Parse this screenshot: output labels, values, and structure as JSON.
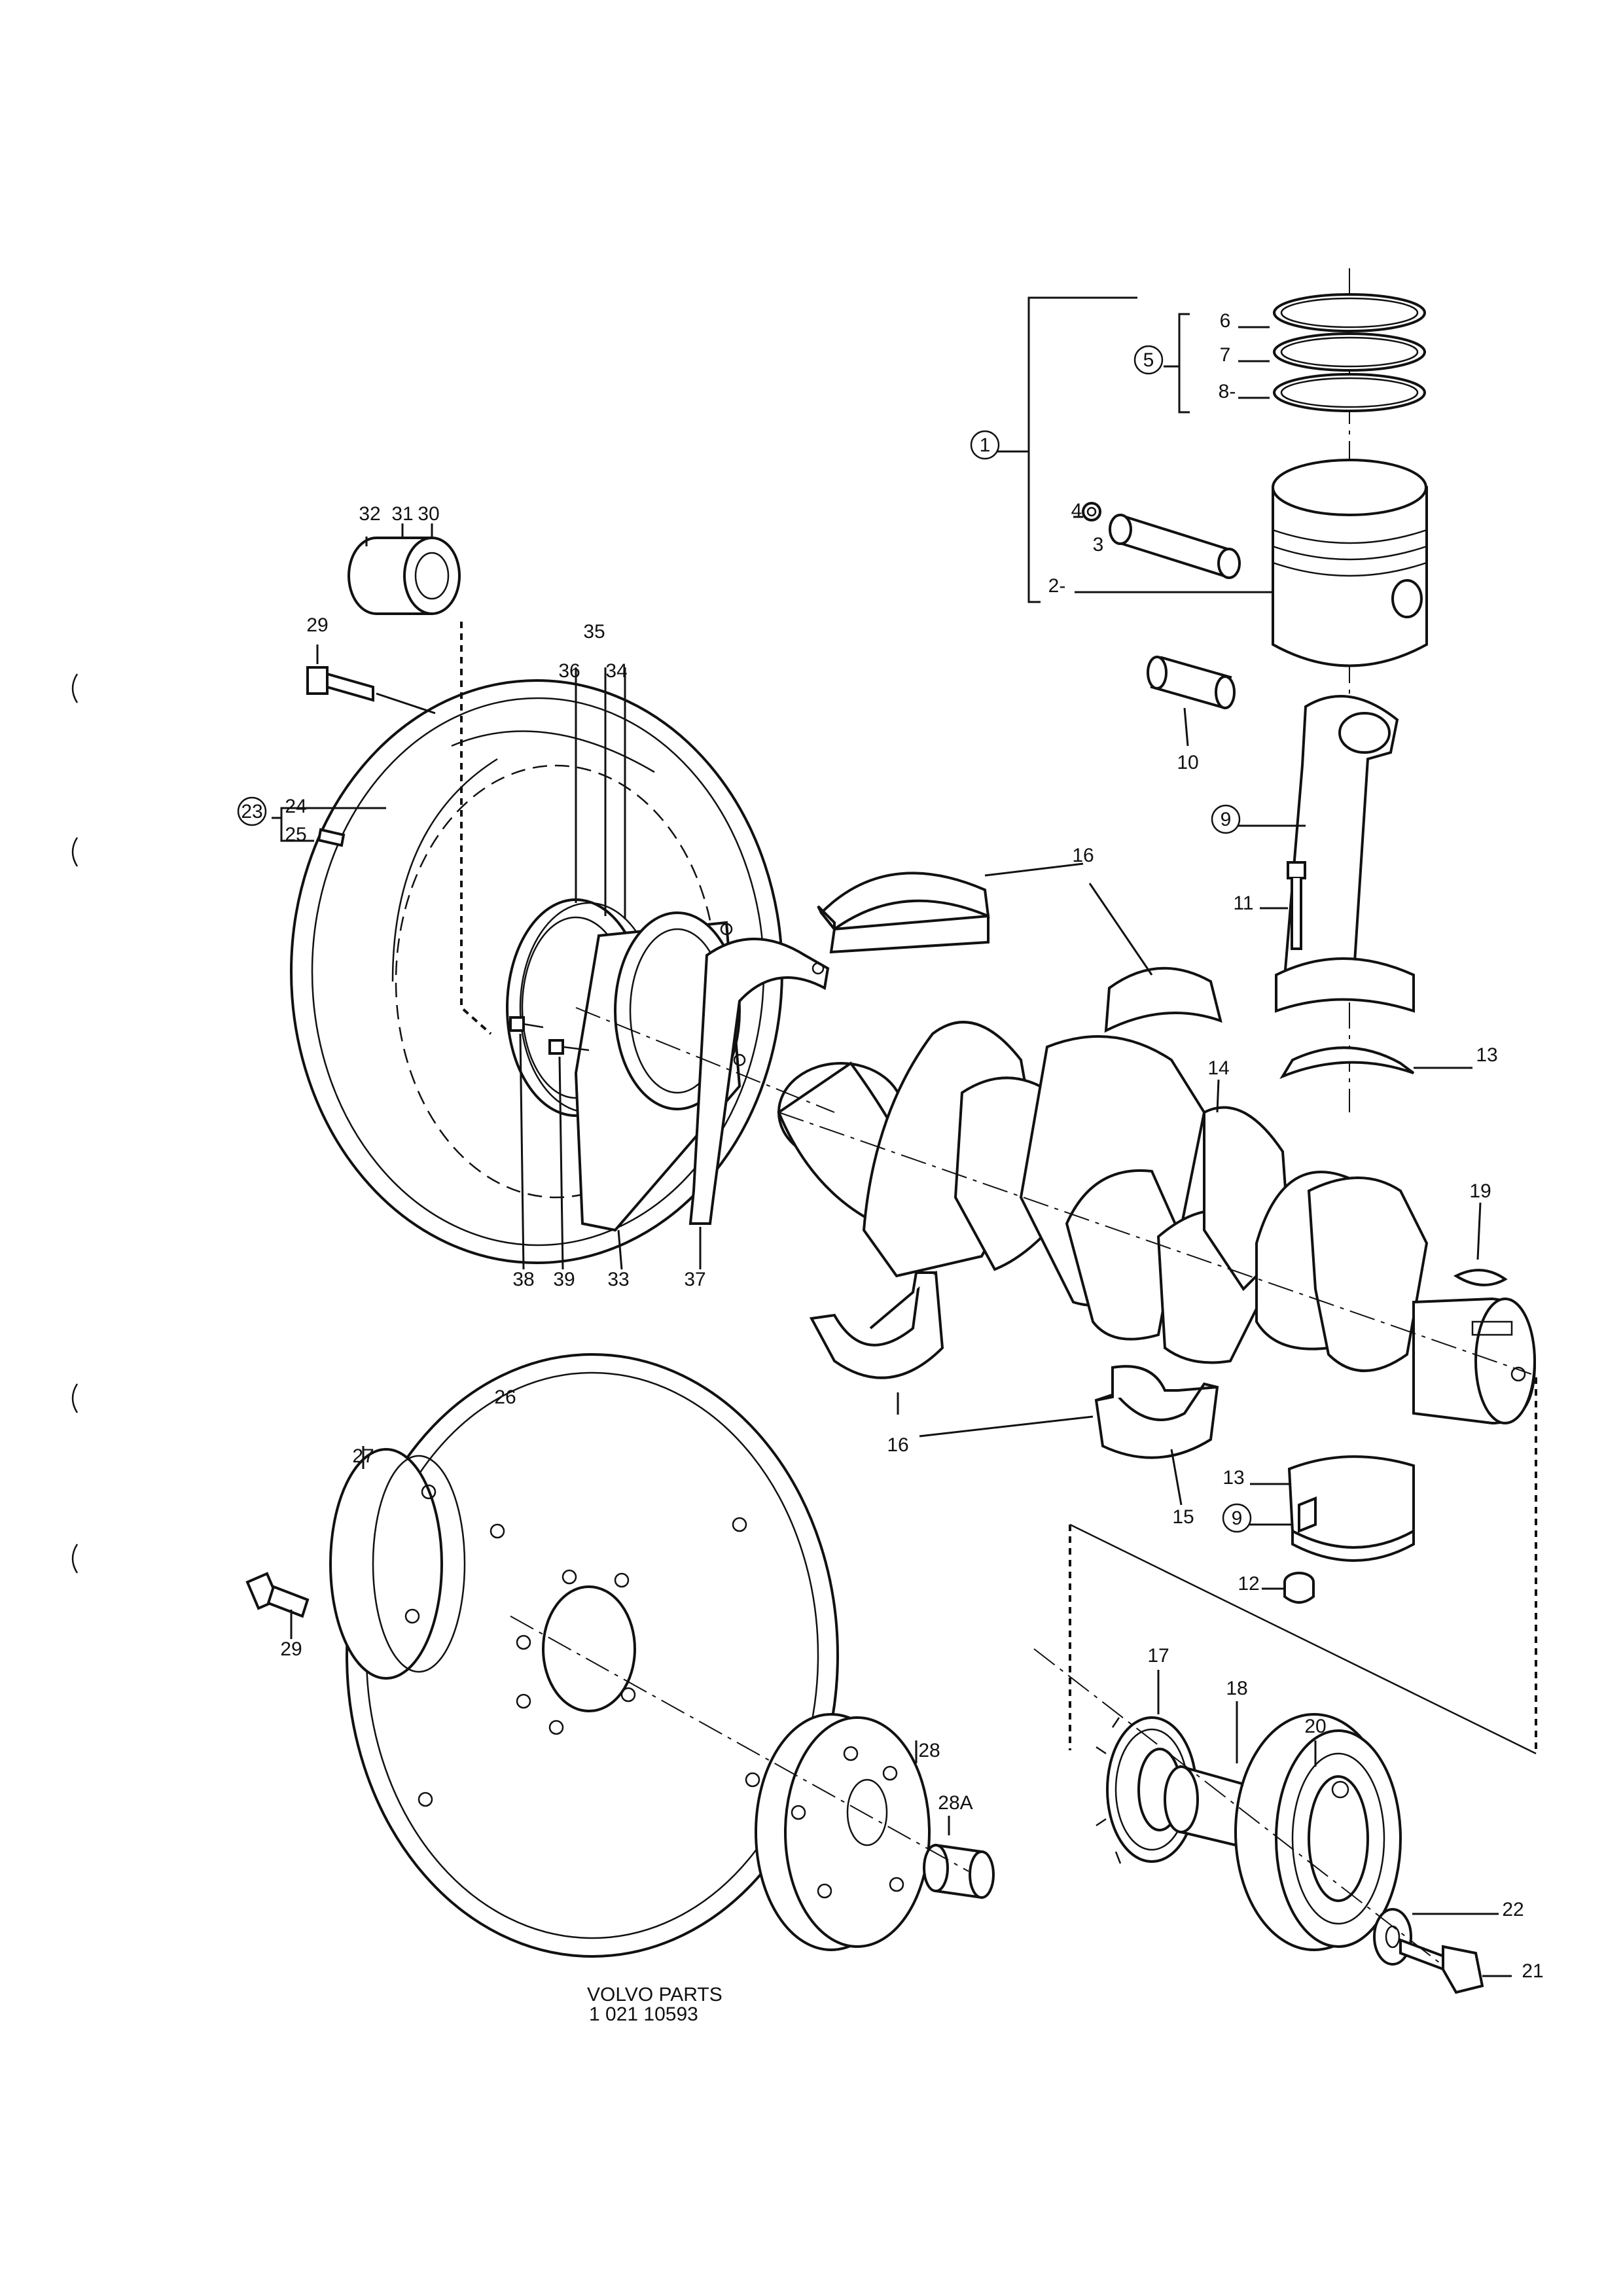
{
  "footer": {
    "line1": "VOLVO PARTS",
    "line2": "1 021 10593"
  },
  "labels": [
    {
      "id": "l1",
      "text": "1",
      "circled": true
    },
    {
      "id": "l2",
      "text": "2-",
      "circled": false
    },
    {
      "id": "l3",
      "text": "3",
      "circled": false
    },
    {
      "id": "l4",
      "text": "4",
      "circled": false
    },
    {
      "id": "l5",
      "text": "5",
      "circled": true
    },
    {
      "id": "l6",
      "text": "6",
      "circled": false
    },
    {
      "id": "l7",
      "text": "7",
      "circled": false
    },
    {
      "id": "l8",
      "text": "8-",
      "circled": false
    },
    {
      "id": "l9a",
      "text": "9",
      "circled": true
    },
    {
      "id": "l9b",
      "text": "9",
      "circled": true
    },
    {
      "id": "l10",
      "text": "10",
      "circled": false
    },
    {
      "id": "l11",
      "text": "11",
      "circled": false
    },
    {
      "id": "l12",
      "text": "12",
      "circled": false
    },
    {
      "id": "l13a",
      "text": "13",
      "circled": false
    },
    {
      "id": "l13b",
      "text": "13",
      "circled": false
    },
    {
      "id": "l14",
      "text": "14",
      "circled": false
    },
    {
      "id": "l15",
      "text": "15",
      "circled": false
    },
    {
      "id": "l16a",
      "text": "16",
      "circled": false
    },
    {
      "id": "l16b",
      "text": "16",
      "circled": false
    },
    {
      "id": "l17",
      "text": "17",
      "circled": false
    },
    {
      "id": "l18",
      "text": "18",
      "circled": false
    },
    {
      "id": "l19",
      "text": "19",
      "circled": false
    },
    {
      "id": "l20",
      "text": "20",
      "circled": false
    },
    {
      "id": "l21",
      "text": "21",
      "circled": false
    },
    {
      "id": "l22",
      "text": "22",
      "circled": false
    },
    {
      "id": "l23",
      "text": "23",
      "circled": true
    },
    {
      "id": "l24",
      "text": "24",
      "circled": false
    },
    {
      "id": "l25",
      "text": "25",
      "circled": false
    },
    {
      "id": "l26",
      "text": "26",
      "circled": false
    },
    {
      "id": "l27",
      "text": "27",
      "circled": false
    },
    {
      "id": "l28",
      "text": "28",
      "circled": false
    },
    {
      "id": "l28A",
      "text": "28A",
      "circled": false
    },
    {
      "id": "l29a",
      "text": "29",
      "circled": false
    },
    {
      "id": "l29b",
      "text": "29",
      "circled": false
    },
    {
      "id": "l30",
      "text": "30",
      "circled": false
    },
    {
      "id": "l31",
      "text": "31",
      "circled": false
    },
    {
      "id": "l32",
      "text": "32",
      "circled": false
    },
    {
      "id": "l33",
      "text": "33",
      "circled": false
    },
    {
      "id": "l34",
      "text": "34",
      "circled": false
    },
    {
      "id": "l35",
      "text": "35",
      "circled": false
    },
    {
      "id": "l36",
      "text": "36",
      "circled": false
    },
    {
      "id": "l37",
      "text": "37",
      "circled": false
    },
    {
      "id": "l38",
      "text": "38",
      "circled": false
    },
    {
      "id": "l39",
      "text": "39",
      "circled": false
    }
  ]
}
